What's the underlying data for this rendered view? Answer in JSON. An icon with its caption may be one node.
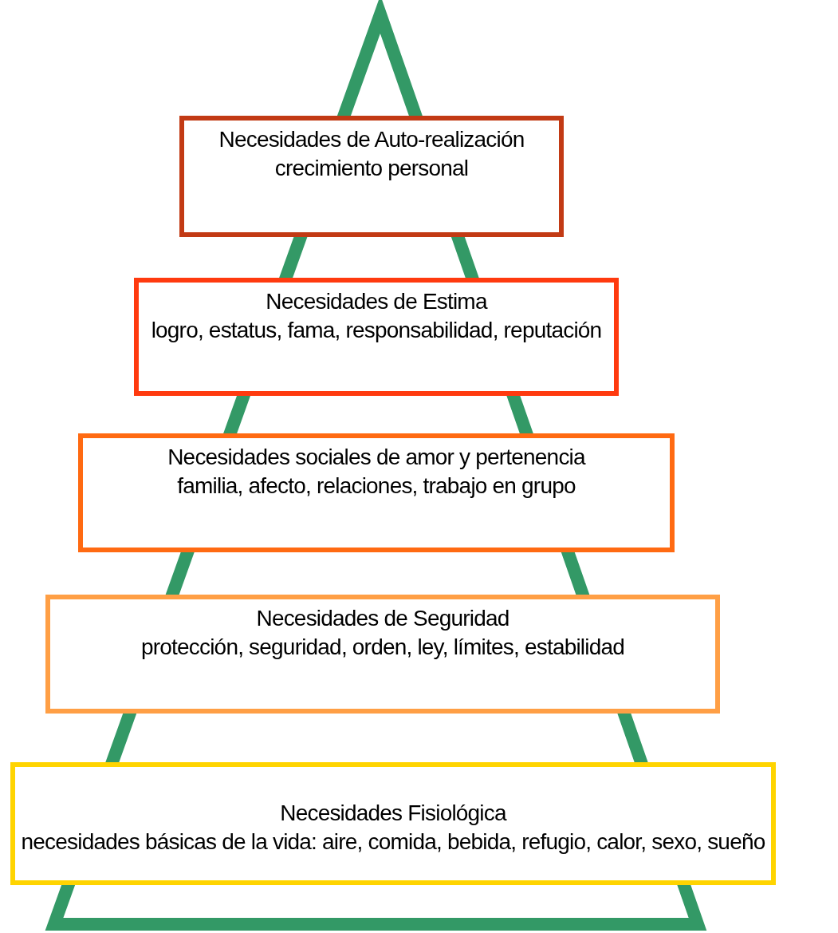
{
  "diagram": {
    "nodes": [
      {
        "text": [
          "Necesidades de Auto-realización",
          "crecimiento personal"
        ]
      },
      {
        "text": [
          "Necesidades de Estima",
          "logro, estatus, fama, responsabilidad, reputación"
        ]
      },
      {
        "text": [
          "Necesidades sociales de amor y pertenencia",
          "familia, afecto, relaciones, trabajo en grupo"
        ]
      },
      {
        "text": [
          "Necesidades de Seguridad",
          "protección, seguridad, orden, ley, límites, estabilidad"
        ]
      },
      {
        "text": [
          "Necesidades Fisiológica",
          "necesidades básicas de la vida: aire, comida, bebida, refugio, calor, sexo, sueño"
        ]
      }
    ]
  }
}
